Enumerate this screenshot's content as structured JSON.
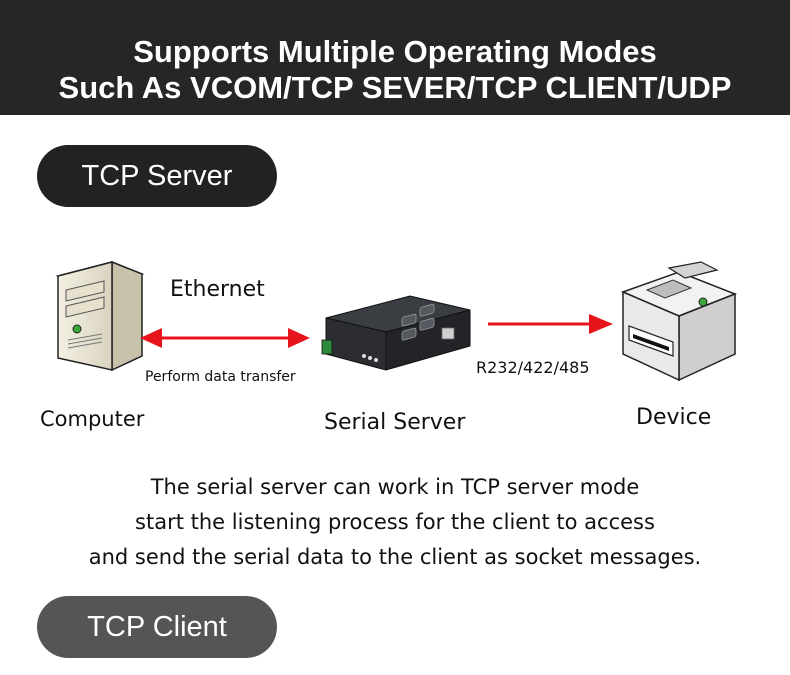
{
  "banner": {
    "line1": "Supports Multiple Operating Modes",
    "line2": "Such As VCOM/TCP SEVER/TCP CLIENT/UDP"
  },
  "sections": {
    "server_label": "TCP Server",
    "client_label": "TCP Client"
  },
  "diagram": {
    "ethernet_label": "Ethernet",
    "transfer_label": "Perform data transfer",
    "computer_label": "Computer",
    "serial_server_label": "Serial Server",
    "device_label": "Device",
    "serial_link_label": "R232/422/485",
    "arrow_color": "#e8141b"
  },
  "description": {
    "line1": "The serial server can work in TCP server mode",
    "line2": "start the listening process for the client to access",
    "line3": "and send the serial data to the client as socket messages."
  }
}
